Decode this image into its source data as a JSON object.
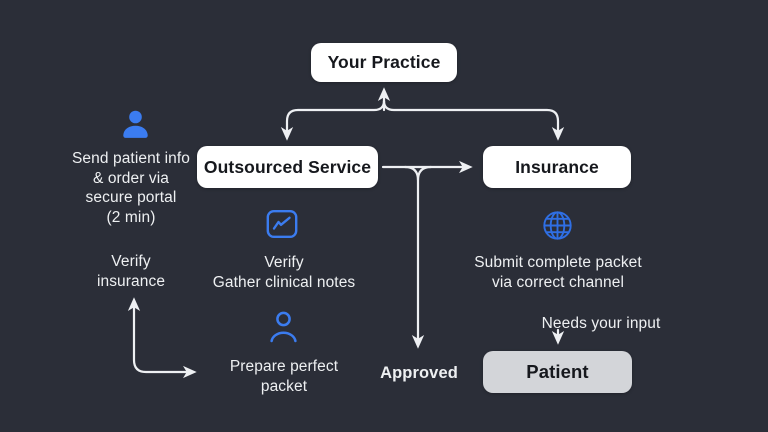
{
  "colors": {
    "background": "#2b2e38",
    "node_bg": "#ffffff",
    "node_text": "#16181d",
    "patient_node_bg": "#d3d5d9",
    "body_text": "#eef0f2",
    "arrow": "#eef0f3",
    "accent_blue": "#3b7cf0",
    "globe_blue": "#2f6fe4"
  },
  "nodes": {
    "your_practice": "Your Practice",
    "outsourced_service": "Outsourced Service",
    "insurance": "Insurance",
    "patient": "Patient"
  },
  "labels": {
    "send_info": "Send patient info\n& order via\nsecure portal\n(2 min)",
    "verify_insurance": "Verify\ninsurance",
    "verify_gather": "Verify\nGather clinical notes",
    "prepare_packet": "Prepare perfect\npacket",
    "submit_packet": "Submit complete packet\nvia correct channel",
    "needs_input": "Needs your input",
    "approved": "Approved"
  },
  "icons": {
    "person_filled": "person-filled-icon",
    "chart_trend": "chart-uptrend-icon",
    "person_outline": "person-outline-icon",
    "globe": "globe-icon"
  }
}
